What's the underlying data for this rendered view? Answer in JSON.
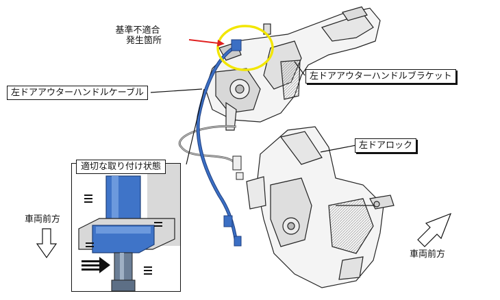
{
  "labels": {
    "defect_location": [
      "基準不適合",
      "発生箇所"
    ],
    "outer_handle_cable": "左ドアアウターハンドルケーブル",
    "outer_handle_bracket": "左ドアアウターハンドルブラケット",
    "door_lock": "左ドアロック",
    "inset_title": "適切な取り付け状態",
    "vehicle_front_left": "車両前方",
    "vehicle_front_right": "車両前方"
  },
  "colors": {
    "highlight_circle": "#f2e600",
    "pointer_arrow": "#e02020",
    "cable_blue": "#3b6fc4",
    "inset_blue": "#3f74c8"
  }
}
